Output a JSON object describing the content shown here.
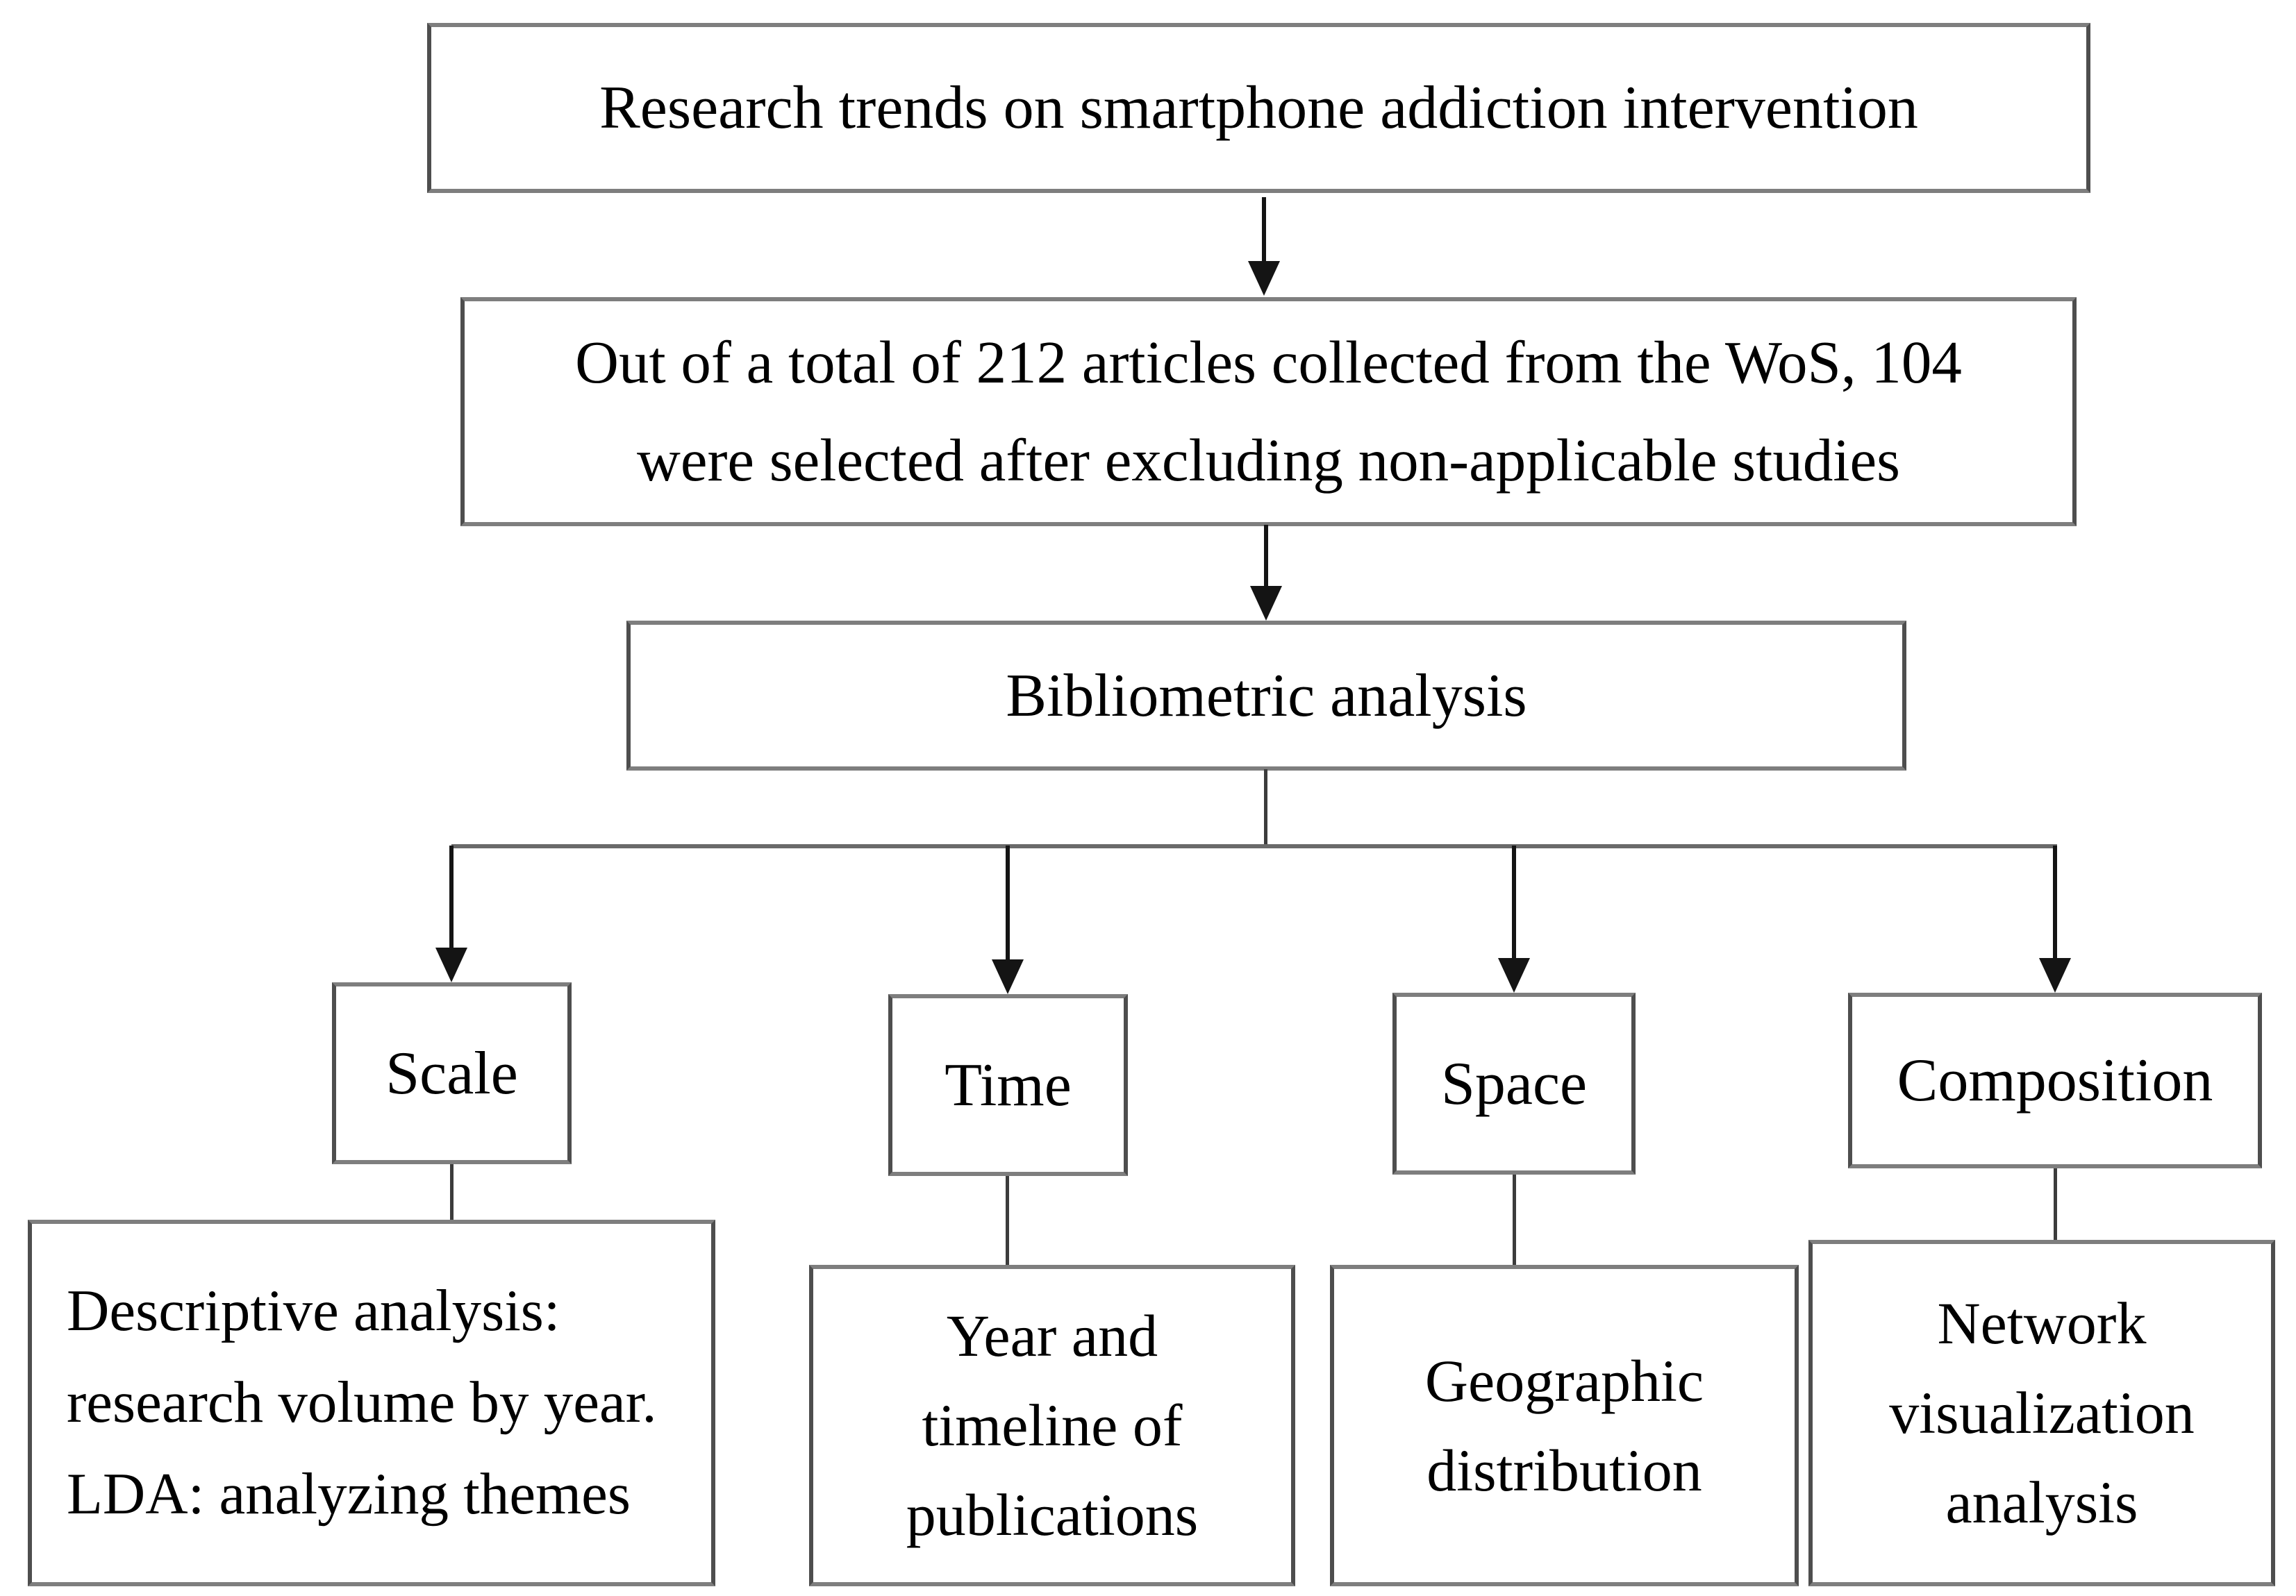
{
  "colors": {
    "background": "#ffffff",
    "box_border": "#6f6f6f",
    "connector": "#3c3c3c",
    "arrow": "#141414",
    "text": "#000000"
  },
  "boxes": {
    "research": {
      "text": "Research trends on smartphone addiction intervention"
    },
    "articles": {
      "lines": [
        "Out of a total of 212 articles collected from the WoS, 104",
        "were selected after excluding non-applicable studies"
      ]
    },
    "bibliometric": {
      "text": "Bibliometric analysis"
    },
    "scale": {
      "text": "Scale"
    },
    "time": {
      "text": "Time"
    },
    "space": {
      "text": "Space"
    },
    "composition": {
      "text": "Composition"
    },
    "descriptive": {
      "lines": [
        "Descriptive analysis:",
        "research volume by year.",
        "LDA: analyzing themes"
      ]
    },
    "year_timeline": {
      "lines": [
        "Year and",
        "timeline of",
        "publications"
      ]
    },
    "geographic": {
      "lines": [
        "Geographic",
        "distribution"
      ]
    },
    "network": {
      "lines": [
        "Network",
        "visualization",
        "analysis"
      ]
    }
  },
  "edges": [
    {
      "from": "research",
      "to": "articles",
      "style": "arrow"
    },
    {
      "from": "articles",
      "to": "bibliometric",
      "style": "arrow"
    },
    {
      "from": "bibliometric",
      "to": "scale",
      "style": "arrow"
    },
    {
      "from": "bibliometric",
      "to": "time",
      "style": "arrow"
    },
    {
      "from": "bibliometric",
      "to": "space",
      "style": "arrow"
    },
    {
      "from": "bibliometric",
      "to": "composition",
      "style": "arrow"
    },
    {
      "from": "scale",
      "to": "descriptive",
      "style": "line"
    },
    {
      "from": "time",
      "to": "year_timeline",
      "style": "line"
    },
    {
      "from": "space",
      "to": "geographic",
      "style": "line"
    },
    {
      "from": "composition",
      "to": "network",
      "style": "line"
    }
  ]
}
